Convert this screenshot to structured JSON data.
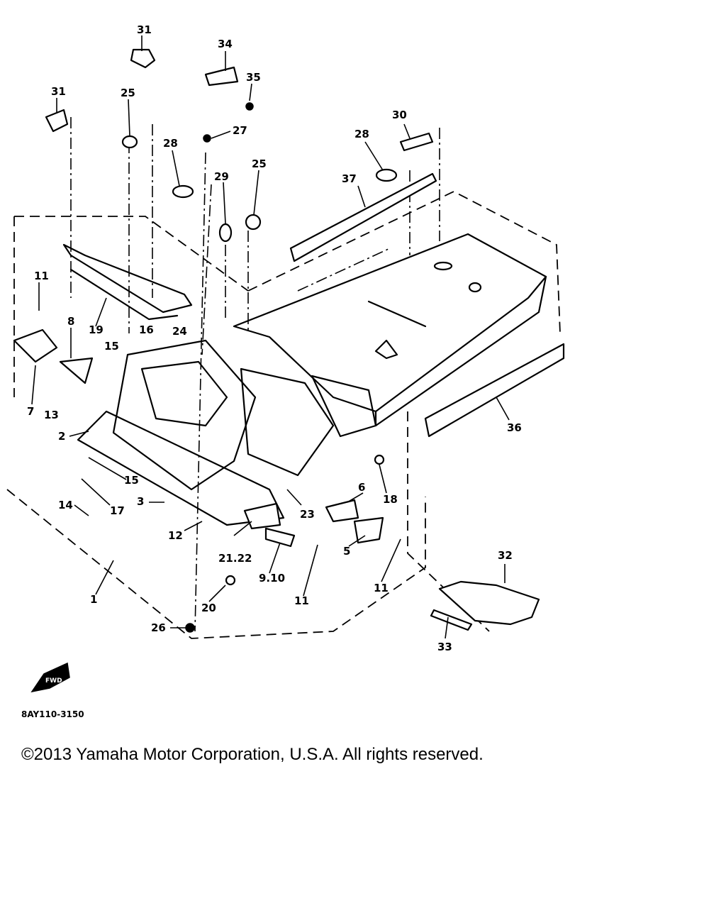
{
  "diagram": {
    "callouts": [
      {
        "id": "c31a",
        "label": "31"
      },
      {
        "id": "c31b",
        "label": "31"
      },
      {
        "id": "c34",
        "label": "34"
      },
      {
        "id": "c35",
        "label": "35"
      },
      {
        "id": "c25a",
        "label": "25"
      },
      {
        "id": "c27",
        "label": "27"
      },
      {
        "id": "c28a",
        "label": "28"
      },
      {
        "id": "c29",
        "label": "29"
      },
      {
        "id": "c25b",
        "label": "25"
      },
      {
        "id": "c30",
        "label": "30"
      },
      {
        "id": "c28b",
        "label": "28"
      },
      {
        "id": "c37",
        "label": "37"
      },
      {
        "id": "c11a",
        "label": "11"
      },
      {
        "id": "c8",
        "label": "8"
      },
      {
        "id": "c19",
        "label": "19"
      },
      {
        "id": "c16",
        "label": "16"
      },
      {
        "id": "c24",
        "label": "24"
      },
      {
        "id": "c15a",
        "label": "15"
      },
      {
        "id": "c7",
        "label": "7"
      },
      {
        "id": "c13",
        "label": "13"
      },
      {
        "id": "c2",
        "label": "2"
      },
      {
        "id": "c15b",
        "label": "15"
      },
      {
        "id": "c17",
        "label": "17"
      },
      {
        "id": "c14",
        "label": "14"
      },
      {
        "id": "c3",
        "label": "3"
      },
      {
        "id": "c12",
        "label": "12"
      },
      {
        "id": "c2122",
        "label": "21.22"
      },
      {
        "id": "c910",
        "label": "9.10"
      },
      {
        "id": "c11b",
        "label": "11"
      },
      {
        "id": "c23",
        "label": "23"
      },
      {
        "id": "c6",
        "label": "6"
      },
      {
        "id": "c18",
        "label": "18"
      },
      {
        "id": "c5",
        "label": "5"
      },
      {
        "id": "c11c",
        "label": "11"
      },
      {
        "id": "c36",
        "label": "36"
      },
      {
        "id": "c32",
        "label": "32"
      },
      {
        "id": "c33",
        "label": "33"
      },
      {
        "id": "c1",
        "label": "1"
      },
      {
        "id": "c20",
        "label": "20"
      },
      {
        "id": "c26",
        "label": "26"
      }
    ],
    "part_code": "8AY110-3150",
    "fwd_label": "FWD"
  },
  "footer": {
    "copyright": "©2013 Yamaha Motor Corporation, U.S.A. All rights reserved."
  }
}
